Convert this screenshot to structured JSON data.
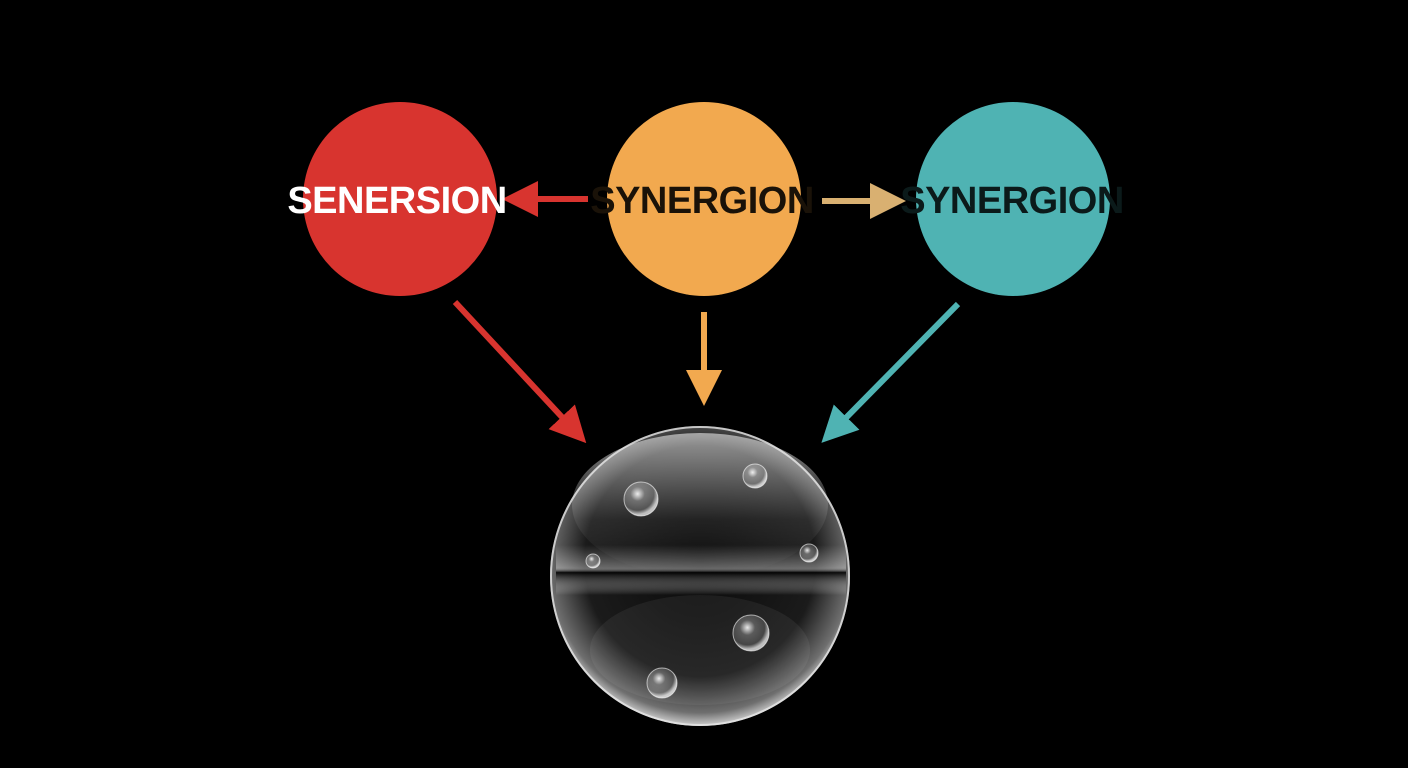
{
  "diagram": {
    "background": "#000000",
    "nodes": [
      {
        "id": "left",
        "label": "SENERSION",
        "fill": "#d8342f",
        "text_color": "#ffffff"
      },
      {
        "id": "center",
        "label": "SYNERGION",
        "fill": "#f2a94f",
        "text_color": "#1a1208"
      },
      {
        "id": "right",
        "label": "SYNERGION",
        "fill": "#4fb3b3",
        "text_color": "#0b1a1a"
      }
    ],
    "arrows": [
      {
        "from": "center",
        "to": "left",
        "color": "#d8342f"
      },
      {
        "from": "center",
        "to": "right",
        "color": "#d9b071"
      },
      {
        "from": "left",
        "to": "sphere",
        "color": "#d8342f"
      },
      {
        "from": "center",
        "to": "sphere",
        "color": "#f2a94f"
      },
      {
        "from": "right",
        "to": "sphere",
        "color": "#4fb3b3"
      }
    ],
    "sphere": {
      "kind": "transparent-bubble",
      "inner_bubbles": 6
    }
  }
}
